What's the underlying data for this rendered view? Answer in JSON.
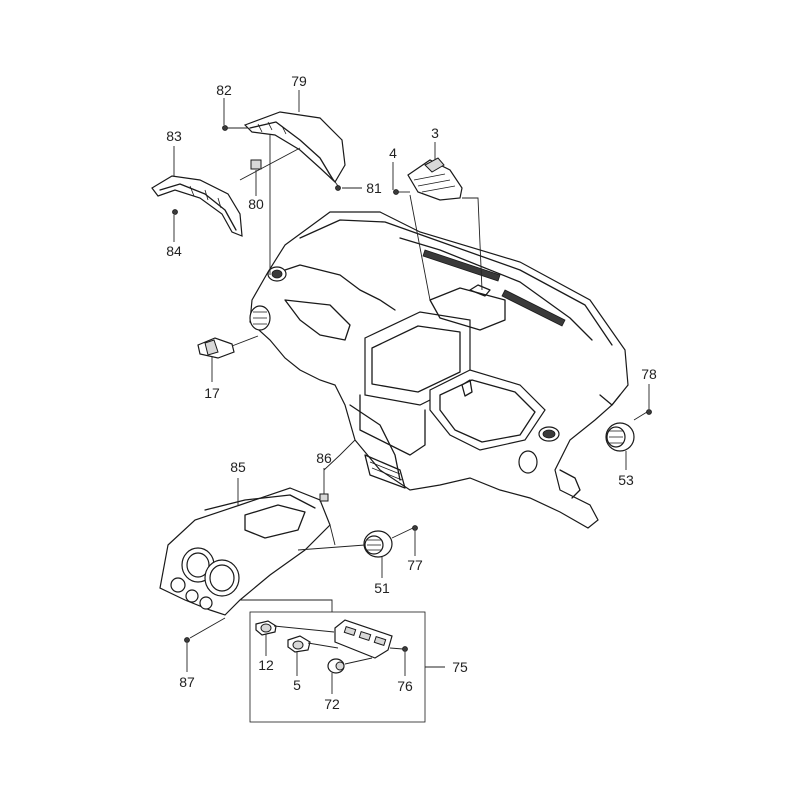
{
  "callouts": {
    "c3": "3",
    "c4": "4",
    "c5": "5",
    "c12": "12",
    "c17": "17",
    "c51": "51",
    "c53": "53",
    "c72": "72",
    "c75": "75",
    "c76": "76",
    "c77": "77",
    "c78": "78",
    "c79": "79",
    "c80": "80",
    "c81": "81",
    "c82": "82",
    "c83": "83",
    "c84": "84",
    "c85": "85",
    "c86": "86",
    "c87": "87"
  }
}
